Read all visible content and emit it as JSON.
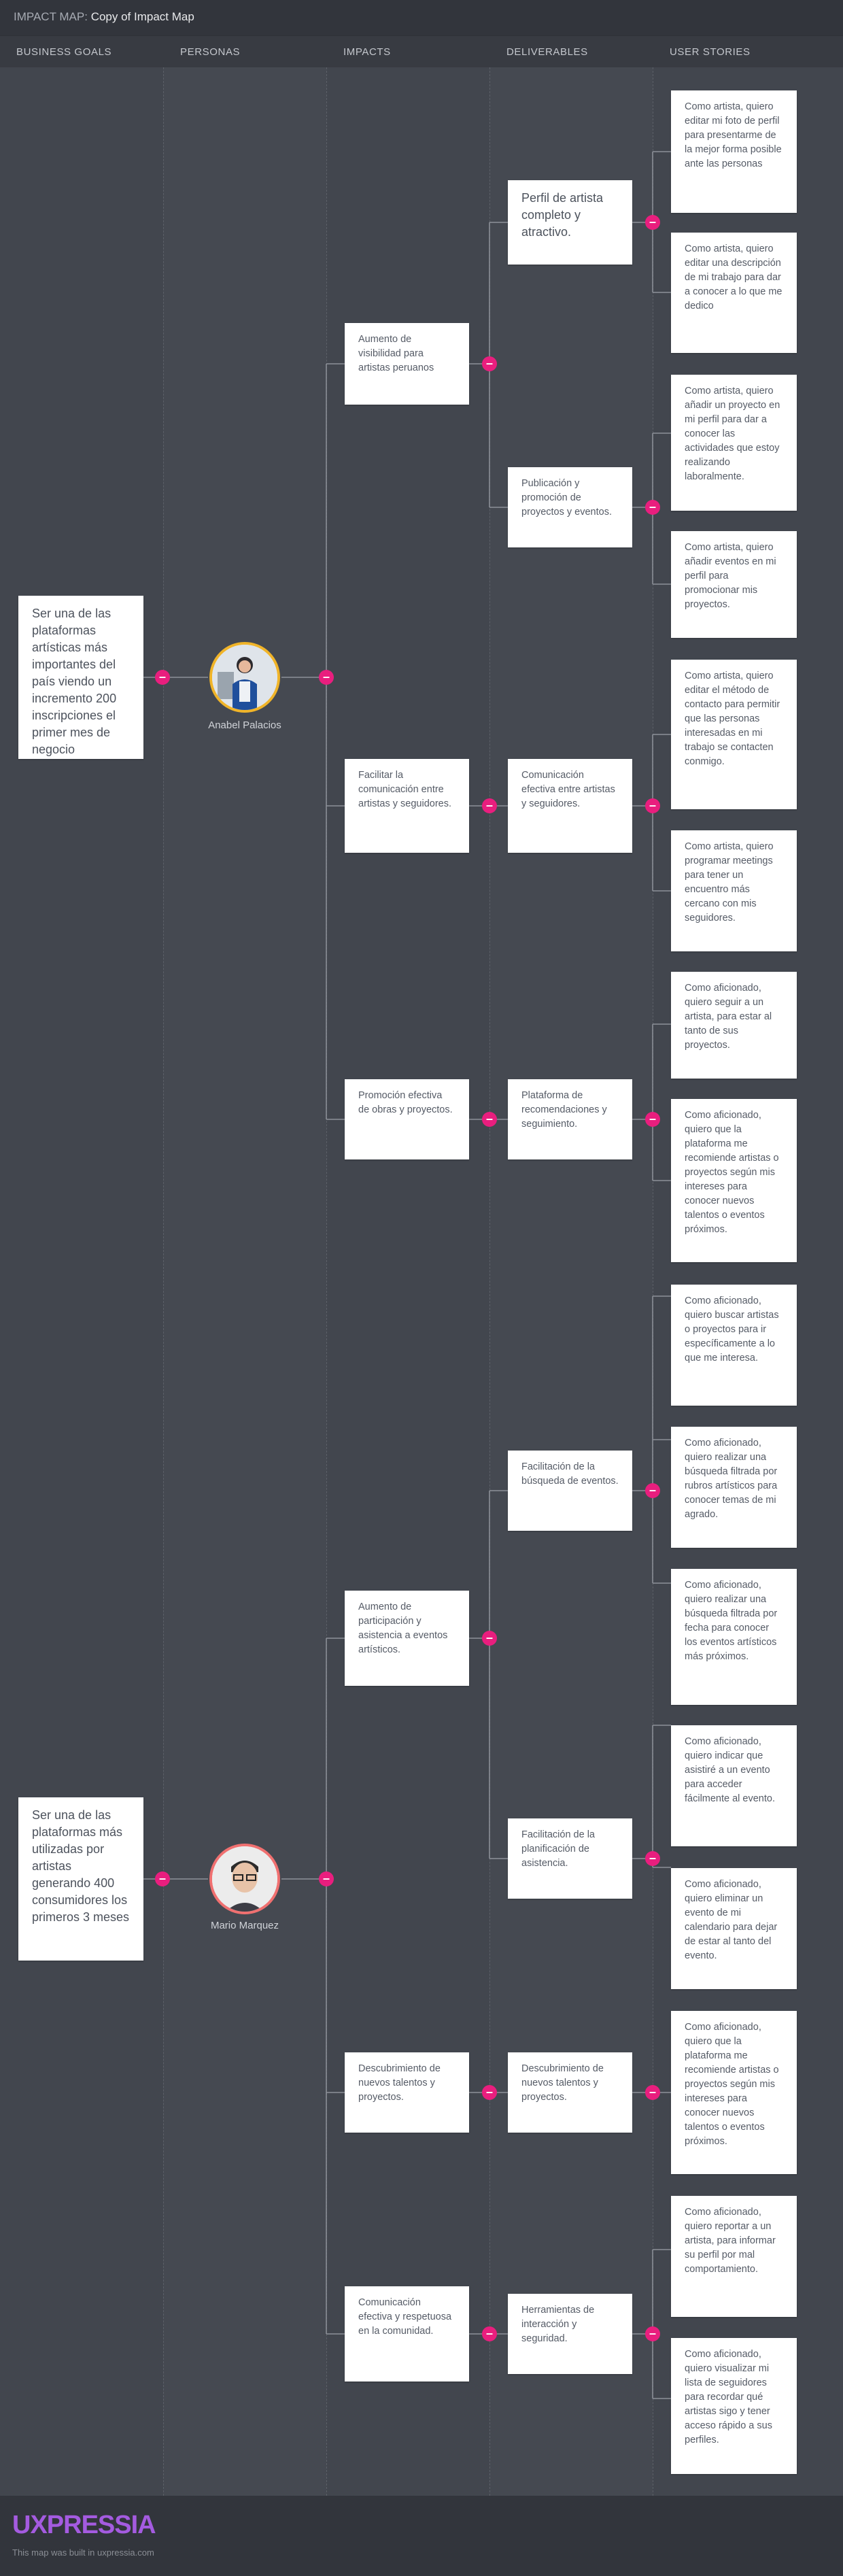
{
  "header": {
    "label": "IMPACT MAP:",
    "title": "Copy of Impact Map"
  },
  "columns": [
    "BUSINESS GOALS",
    "PERSONAS",
    "IMPACTS",
    "DELIVERABLES",
    "USER STORIES"
  ],
  "colors": {
    "page_bg": "#434750",
    "accent_pink": "#e91e7e",
    "logo_purple": "#a45be0",
    "avatar_ring_1": "#f0b429",
    "avatar_ring_2": "#f07070"
  },
  "goals": [
    {
      "text": "Ser una de las plataformas artísticas más importantes del país viendo un incremento 200 inscripciones el primer mes de negocio"
    },
    {
      "text": "Ser una de las plataformas más utilizadas por artistas generando 400 consumidores los primeros 3 meses"
    }
  ],
  "personas": [
    {
      "name": "Anabel Palacios",
      "avatar": "artist-avatar"
    },
    {
      "name": "Mario Marquez",
      "avatar": "fan-avatar"
    }
  ],
  "impacts": [
    "Aumento de visibilidad para artistas peruanos",
    "Facilitar la comunicación entre artistas y seguidores.",
    "Promoción efectiva de obras y proyectos.",
    "Aumento de participación y asistencia a eventos artísticos.",
    "Descubrimiento de nuevos talentos y proyectos.",
    "Comunicación efectiva y respetuosa en la comunidad."
  ],
  "deliverables": [
    "Perfil de artista completo y atractivo.",
    "Publicación y promoción de proyectos y eventos.",
    "Comunicación efectiva entre artistas y seguidores.",
    "Plataforma de recomendaciones y seguimiento.",
    "Facilitación de la búsqueda de eventos.",
    "Facilitación de la planificación de asistencia.",
    "Descubrimiento de nuevos talentos y proyectos.",
    "Herramientas de interacción y seguridad."
  ],
  "stories": [
    "Como artista, quiero editar mi foto de perfil para presentarme de la mejor forma posible ante las personas",
    "Como artista, quiero editar una descripción de mi trabajo para dar a conocer a lo que me dedico",
    "Como artista, quiero añadir un proyecto en mi perfil para dar a conocer las actividades que estoy realizando laboralmente.",
    "Como artista, quiero añadir eventos en mi perfil para promocionar mis proyectos.",
    "Como artista, quiero editar el método de contacto para permitir que las personas interesadas en mi trabajo se contacten conmigo.",
    "Como artista, quiero programar meetings para tener un encuentro más cercano con mis seguidores.",
    "Como aficionado, quiero seguir a un artista, para estar al tanto de sus proyectos.",
    "Como aficionado, quiero que la plataforma me recomiende artistas o proyectos según mis intereses para conocer nuevos talentos o eventos próximos.",
    "Como aficionado, quiero buscar artistas o proyectos para ir específicamente a lo que me interesa.",
    "Como aficionado, quiero realizar una búsqueda filtrada por rubros artísticos para conocer temas de mi agrado.",
    "Como aficionado, quiero realizar una búsqueda filtrada por fecha para conocer los eventos artísticos más próximos.",
    "Como aficionado, quiero indicar que asistiré a un evento para acceder fácilmente al evento.",
    "Como aficionado, quiero eliminar un evento de mi calendario para dejar de estar al tanto del evento.",
    "Como aficionado, quiero que la plataforma me recomiende artistas o proyectos según mis intereses para conocer nuevos talentos o eventos próximos.",
    "Como aficionado, quiero reportar a un artista, para informar su perfil por mal comportamiento.",
    "Como aficionado, quiero visualizar mi lista de seguidores para recordar qué artistas sigo y tener acceso rápido a sus perfiles."
  ],
  "toggle_glyph": "–",
  "footer": {
    "logo": "UXPRESSIA",
    "credit": "This map was built in uxpressia.com"
  }
}
